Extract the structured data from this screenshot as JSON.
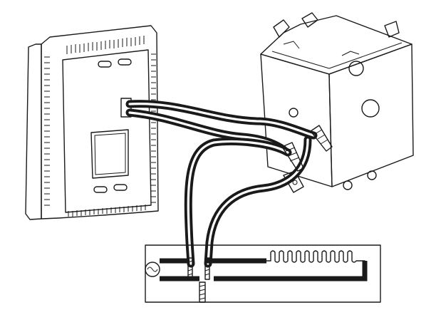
{
  "figure": {
    "components": [
      {
        "id": "thermostat",
        "icon": "thermostat-icon"
      },
      {
        "id": "electrical-box",
        "icon": "junction-box-icon"
      },
      {
        "id": "wire-nuts",
        "icon": "wire-nut-icon"
      },
      {
        "id": "heater-circuit",
        "icon": "heater-element-icon"
      },
      {
        "id": "power-source",
        "icon": "ac-source-icon"
      }
    ],
    "colors": {
      "line": "#1a1a1a",
      "background": "#ffffff"
    }
  }
}
